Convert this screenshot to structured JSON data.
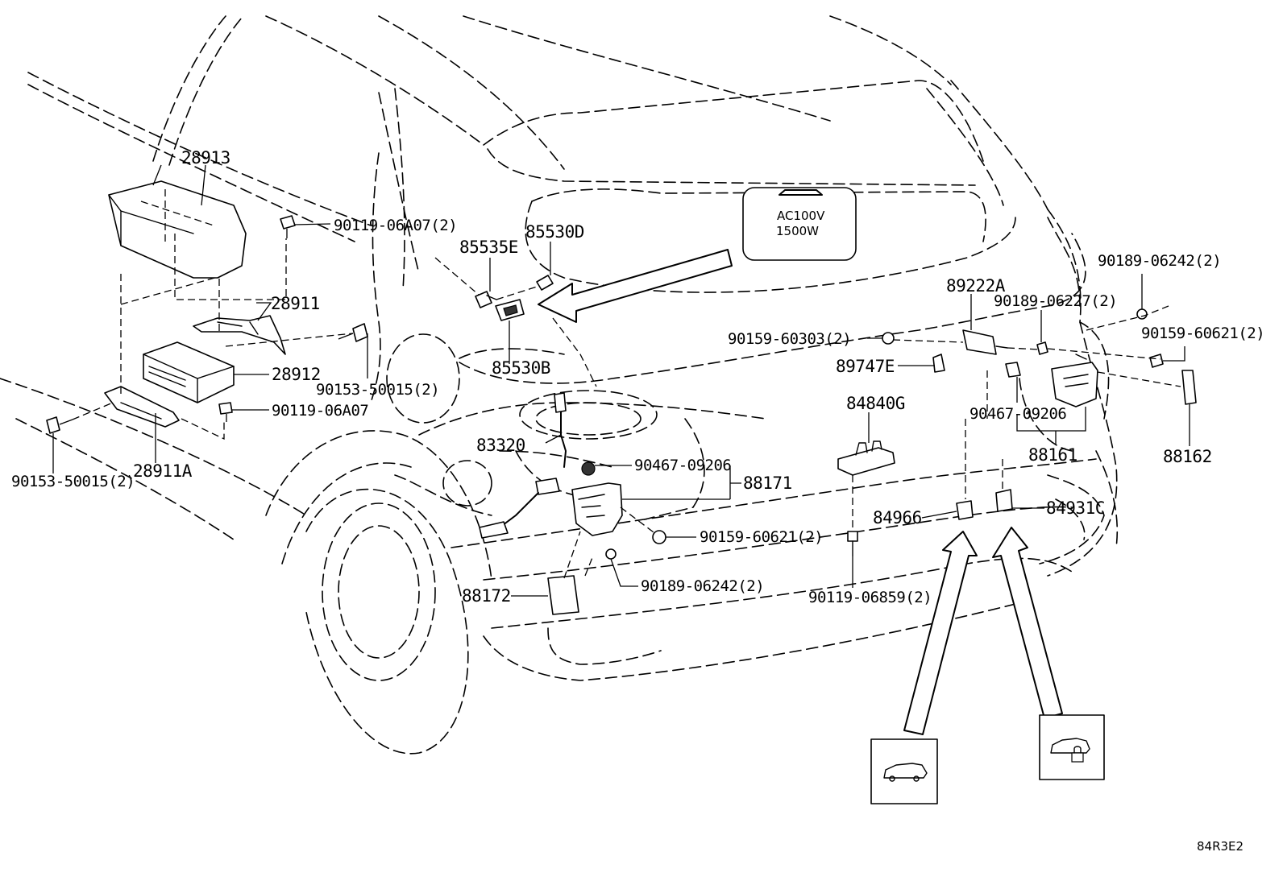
{
  "diagram_code": "84R3E2",
  "outlet_label": {
    "line1": "AC100V",
    "line2": "1500W"
  },
  "labels": {
    "p28913": "28913",
    "p90119_06A07_2": "90119-06A07(2)",
    "p28911": "28911",
    "p90153_50015_2_a": "90153-50015(2)",
    "p28912": "28912",
    "p90119_06A07": "90119-06A07",
    "p90153_50015_2_b": "90153-50015(2)",
    "p28911A": "28911A",
    "p85535E": "85535E",
    "p85530D": "85530D",
    "p85530B": "85530B",
    "p83320": "83320",
    "p90467_09206_a": "90467-09206",
    "p88171": "88171",
    "p90159_60621_2_a": "90159-60621(2)",
    "p90189_06242_2_a": "90189-06242(2)",
    "p88172": "88172",
    "p89222A": "89222A",
    "p90189_06227_2": "90189-06227(2)",
    "p90189_06242_2_b": "90189-06242(2)",
    "p90159_60303_2": "90159-60303(2)",
    "p90159_60621_2_b": "90159-60621(2)",
    "p89747E": "89747E",
    "p84840G": "84840G",
    "p90467_09206_b": "90467-09206",
    "p88161": "88161",
    "p88162": "88162",
    "p84966": "84966",
    "p84931C": "84931C",
    "p90119_06859_2": "90119-06859(2)"
  },
  "icons": [
    "vehicle-icon",
    "vehicle-lock-icon"
  ]
}
